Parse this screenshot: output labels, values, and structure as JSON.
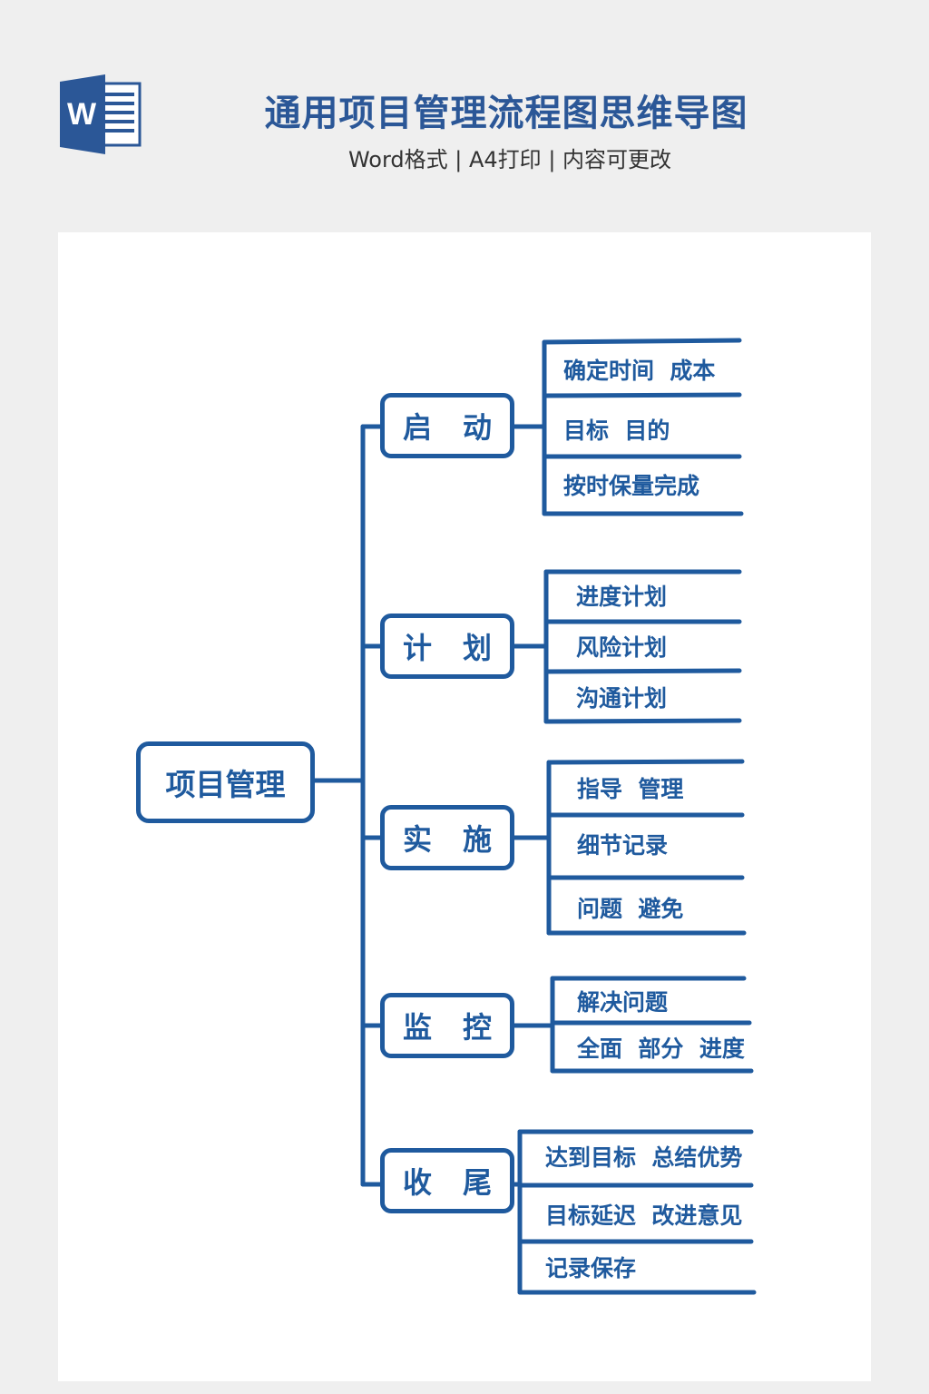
{
  "header": {
    "title": "通用项目管理流程图思维导图",
    "subtitle": "Word格式 | A4打印 | 内容可更改",
    "logo_letter": "W"
  },
  "colors": {
    "accent": "#1f5a9e",
    "title": "#2b5797"
  },
  "root": {
    "label": "项目管理"
  },
  "branches": [
    {
      "c1": "启",
      "c2": "动",
      "leaves": [
        "确定时间  成本",
        "目标  目的",
        "按时保量完成"
      ]
    },
    {
      "c1": "计",
      "c2": "划",
      "leaves": [
        "进度计划",
        "风险计划",
        "沟通计划"
      ]
    },
    {
      "c1": "实",
      "c2": "施",
      "leaves": [
        "指导  管理",
        "细节记录",
        "问题  避免"
      ]
    },
    {
      "c1": "监",
      "c2": "控",
      "leaves": [
        "解决问题",
        "全面  部分  进度"
      ]
    },
    {
      "c1": "收",
      "c2": "尾",
      "leaves": [
        "达到目标  总结优势",
        "目标延迟  改进意见",
        "记录保存"
      ]
    }
  ]
}
